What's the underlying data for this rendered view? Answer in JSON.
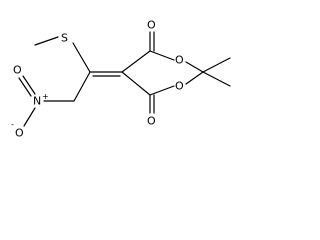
{
  "molecule": {
    "atom_labels": {
      "s": "S",
      "o_ring_top": "O",
      "o_ring_bottom": "O",
      "o_carbonyl_top": "O",
      "o_carbonyl_bottom": "O",
      "n": "N",
      "n_charge": "+",
      "o_nitro": "O",
      "o_nitro_charge": "-",
      "o_nitro_double": "O"
    }
  }
}
